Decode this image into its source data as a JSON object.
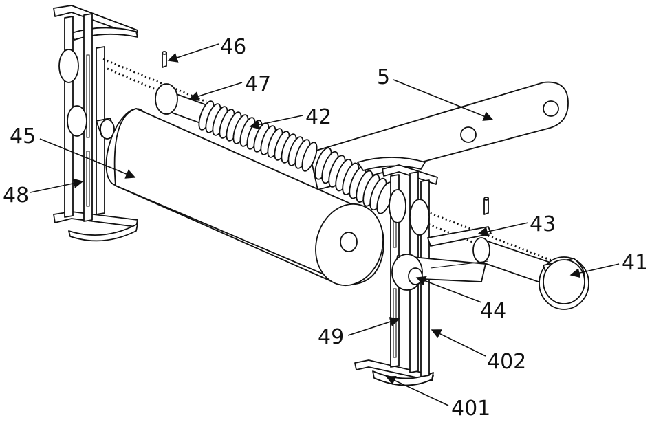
{
  "callouts": {
    "c41": "41",
    "c42": "42",
    "c43": "43",
    "c44": "44",
    "c45": "45",
    "c46": "46",
    "c47": "47",
    "c48": "48",
    "c49": "49",
    "c401": "401",
    "c402": "402",
    "c5": "5"
  }
}
